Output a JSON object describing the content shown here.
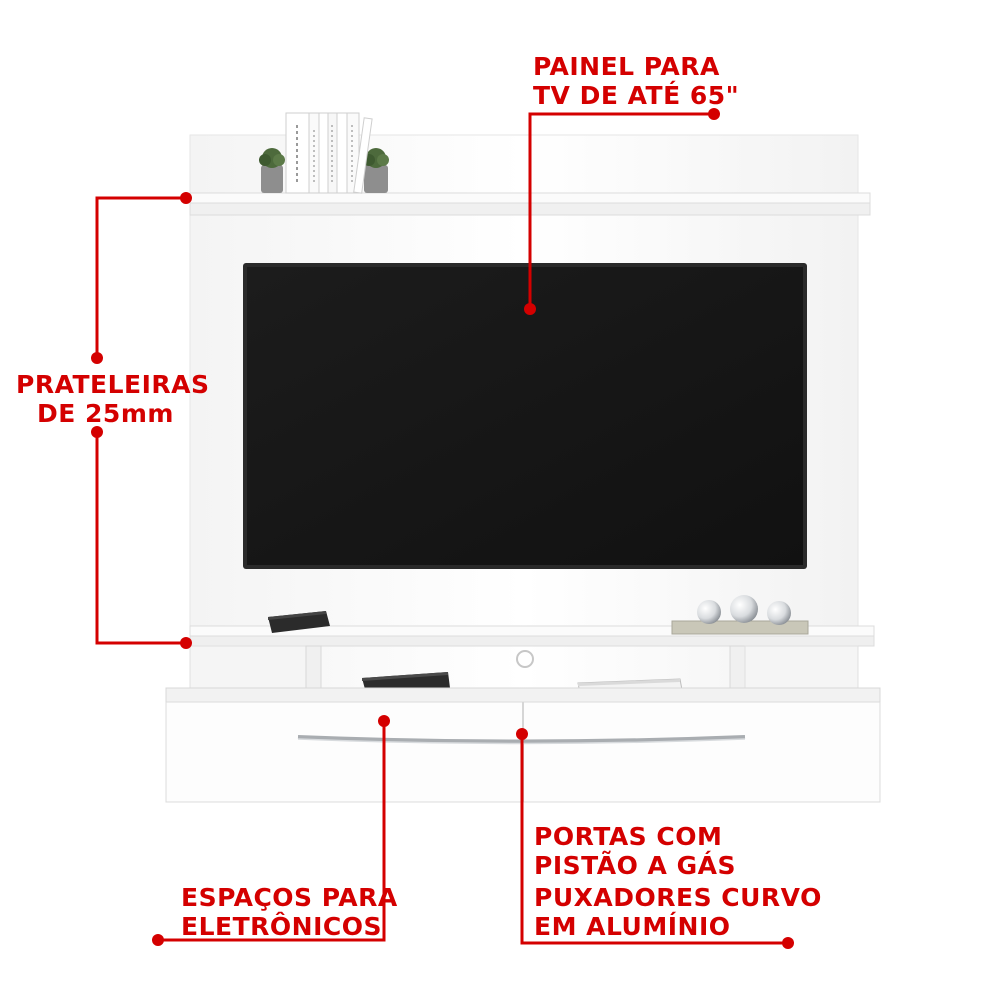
{
  "accent_color": "#d40000",
  "callouts": {
    "painel": {
      "line1": "PAINEL PARA",
      "line2": "TV DE ATÉ 65\""
    },
    "prateleiras": {
      "line1": "PRATELEIRAS",
      "line2": "DE 25mm"
    },
    "portas": {
      "line1": "PORTAS COM",
      "line2": "PISTÃO A GÁS"
    },
    "puxadores": {
      "line1": "PUXADORES CURVO",
      "line2": "EM ALUMÍNIO"
    },
    "espacos": {
      "line1": "ESPAÇOS PARA",
      "line2": "ELETRÔNICOS"
    }
  },
  "illustration": {
    "subject": "home theater panel",
    "icons": [
      "tv-screen-icon",
      "book-stack-icon",
      "potted-plant-icon",
      "speaker-icon",
      "receiver-icon",
      "decorative-spheres-icon"
    ]
  }
}
